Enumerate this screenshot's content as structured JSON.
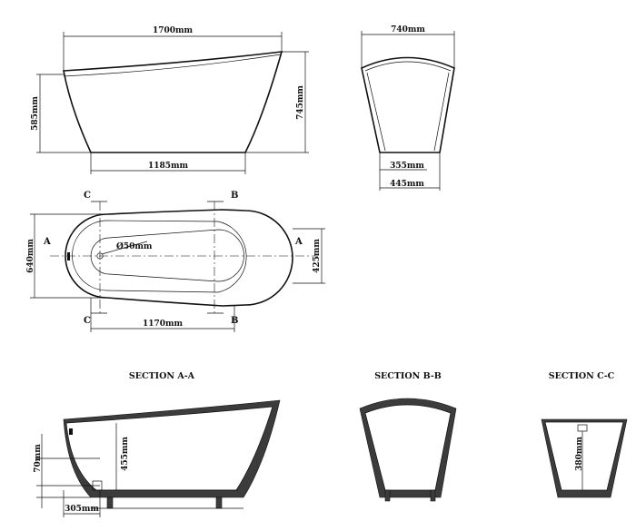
{
  "side_view": {
    "width_top": "1700mm",
    "height_left": "585mm",
    "height_right": "745mm",
    "base_width": "1185mm"
  },
  "end_view": {
    "width_top": "740mm",
    "base_inner": "355mm",
    "base_outer": "445mm"
  },
  "plan_view": {
    "height_left": "640mm",
    "height_right": "425mm",
    "drain": "Ø50mm",
    "base_length": "1170mm",
    "markers": {
      "a": "A",
      "b": "B",
      "c": "C"
    }
  },
  "section_aa": {
    "title": "SECTION A-A",
    "height_left": "70mm",
    "height_inner": "455mm",
    "offset": "305mm"
  },
  "section_bb": {
    "title": "SECTION B-B"
  },
  "section_cc": {
    "title": "SECTION C-C",
    "height_inner": "380mm"
  }
}
